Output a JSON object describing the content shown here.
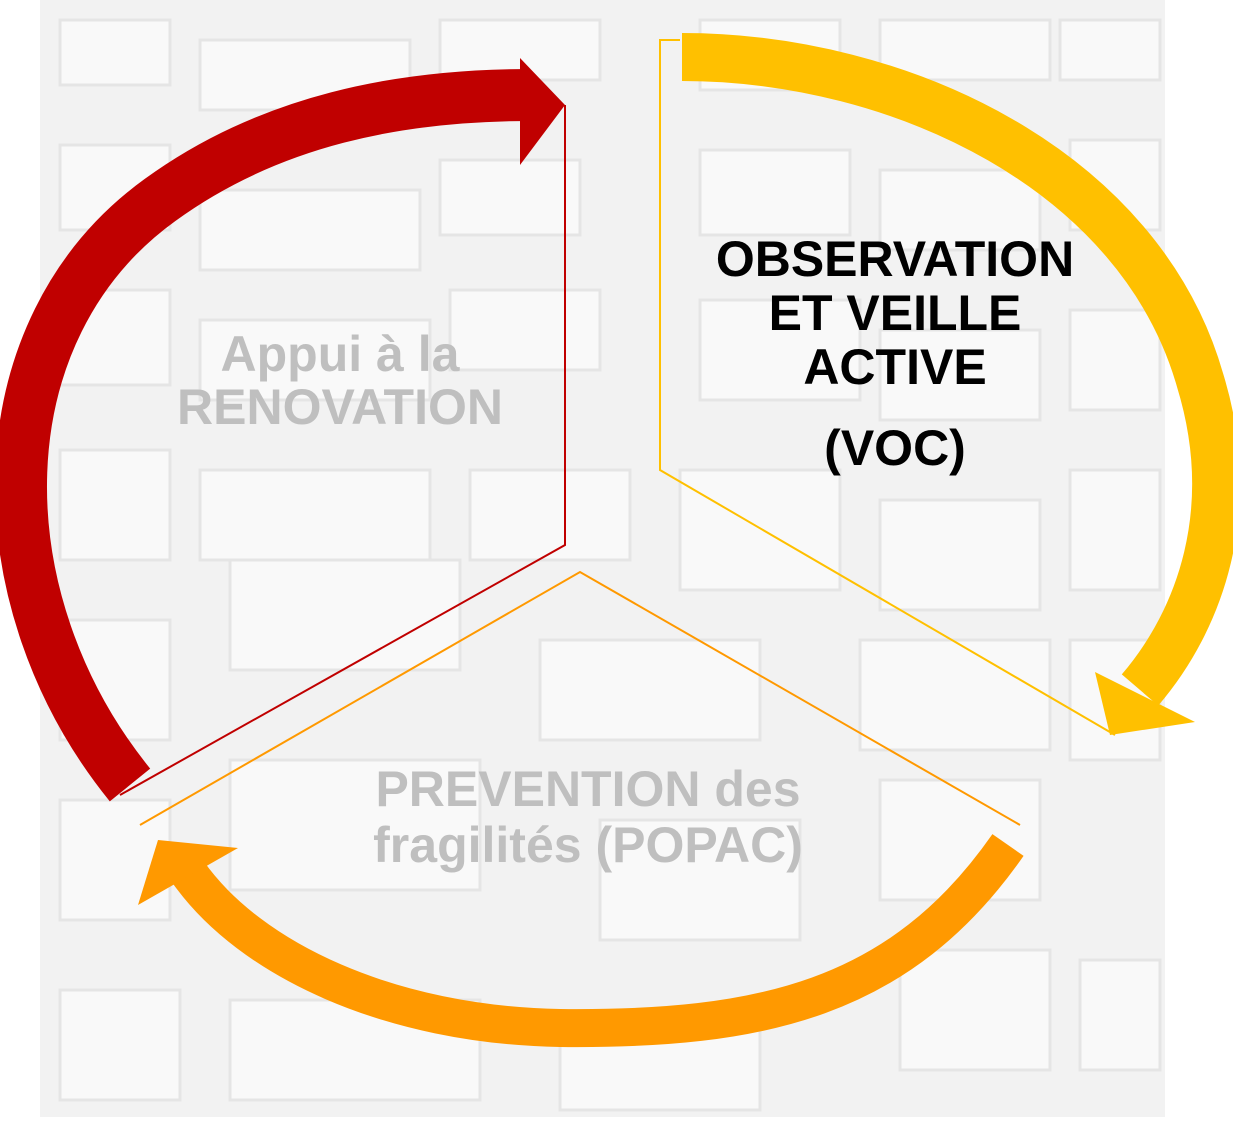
{
  "diagram": {
    "colors": {
      "renovation": "#c00000",
      "observation": "#ffc000",
      "prevention": "#ff9900",
      "muted_text": "#bfbfbf",
      "dark_text": "#000000",
      "background_photo": "facade-windows"
    },
    "renovation": {
      "lines": [
        "Appui à la",
        "RENOVATION"
      ]
    },
    "observation": {
      "lines": [
        "OBSERVATION",
        "ET VEILLE",
        "ACTIVE"
      ],
      "acronym": "(VOC)"
    },
    "prevention": {
      "lines": [
        "PREVENTION des",
        "fragilités (POPAC)"
      ]
    }
  }
}
